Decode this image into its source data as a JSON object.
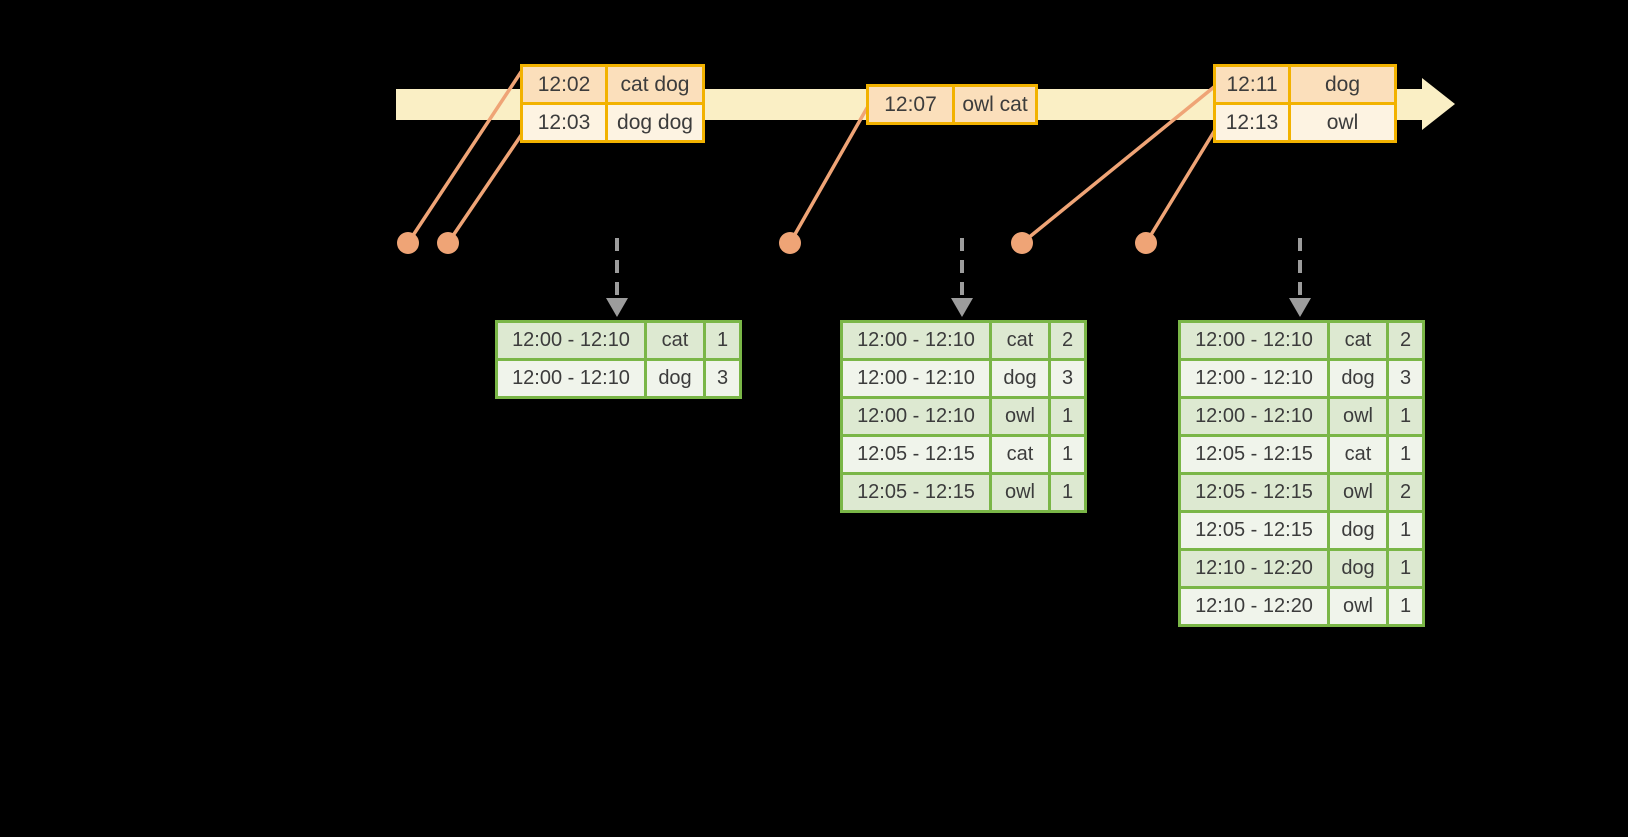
{
  "canvas": {
    "background": "#000000"
  },
  "colors": {
    "timeline_fill": "#FAEFC5",
    "event_table_border": "#F2B200",
    "event_row_dark": "#FBDFBB",
    "event_row_light": "#FDF3E2",
    "connector_orange": "#EFA476",
    "trigger_arrow_gray": "#9C9C9C",
    "result_table_border": "#7AB647",
    "result_row_dark": "#DDE9D1",
    "result_row_light": "#F0F4EB",
    "text": "#3C3C3C"
  },
  "icons": {
    "timeline_arrowhead": "right-arrowhead",
    "event_dot": "filled-circle",
    "trigger_arrow": "dashed-down-arrow"
  },
  "event_tables": [
    {
      "rows": [
        [
          "12:02",
          "cat dog"
        ],
        [
          "12:03",
          "dog dog"
        ]
      ]
    },
    {
      "rows": [
        [
          "12:07",
          "owl cat"
        ]
      ]
    },
    {
      "rows": [
        [
          "12:11",
          "dog"
        ],
        [
          "12:13",
          "owl"
        ]
      ]
    }
  ],
  "result_tables": [
    {
      "rows": [
        [
          "12:00 - 12:10",
          "cat",
          "1"
        ],
        [
          "12:00 - 12:10",
          "dog",
          "3"
        ]
      ]
    },
    {
      "rows": [
        [
          "12:00 - 12:10",
          "cat",
          "2"
        ],
        [
          "12:00 - 12:10",
          "dog",
          "3"
        ],
        [
          "12:00 - 12:10",
          "owl",
          "1"
        ],
        [
          "12:05 - 12:15",
          "cat",
          "1"
        ],
        [
          "12:05 - 12:15",
          "owl",
          "1"
        ]
      ]
    },
    {
      "rows": [
        [
          "12:00 - 12:10",
          "cat",
          "2"
        ],
        [
          "12:00 - 12:10",
          "dog",
          "3"
        ],
        [
          "12:00 - 12:10",
          "owl",
          "1"
        ],
        [
          "12:05 - 12:15",
          "cat",
          "1"
        ],
        [
          "12:05 - 12:15",
          "owl",
          "2"
        ],
        [
          "12:05 - 12:15",
          "dog",
          "1"
        ],
        [
          "12:10 - 12:20",
          "dog",
          "1"
        ],
        [
          "12:10 - 12:20",
          "owl",
          "1"
        ]
      ]
    }
  ]
}
